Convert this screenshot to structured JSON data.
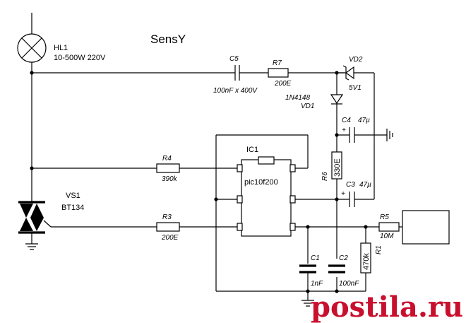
{
  "title": "SensY",
  "components": {
    "hl1": {
      "ref": "HL1",
      "value": "10-500W 220V"
    },
    "c5": {
      "ref": "C5",
      "value": "100nF x 400V"
    },
    "r7": {
      "ref": "R7",
      "value": "200E"
    },
    "vd2": {
      "ref": "VD2",
      "value": "5V1"
    },
    "vd1": {
      "ref": "VD1",
      "value": "1N4148"
    },
    "c4": {
      "ref": "C4",
      "value": "47µ",
      "polarity": "+"
    },
    "c3": {
      "ref": "C3",
      "value": "47µ",
      "polarity": "+"
    },
    "r6": {
      "ref": "R6",
      "value": "330E"
    },
    "ic1": {
      "ref": "IC1",
      "value": "pic10f200"
    },
    "r4": {
      "ref": "R4",
      "value": "390k"
    },
    "r3": {
      "ref": "R3",
      "value": "200E"
    },
    "vs1": {
      "ref": "VS1",
      "value": "BT134"
    },
    "r5": {
      "ref": "R5",
      "value": "10M"
    },
    "r1": {
      "ref": "R1",
      "value": "470k"
    },
    "c1": {
      "ref": "C1",
      "value": "1nF"
    },
    "c2": {
      "ref": "C2",
      "value": "100nF"
    }
  },
  "watermark": "postila.ru"
}
